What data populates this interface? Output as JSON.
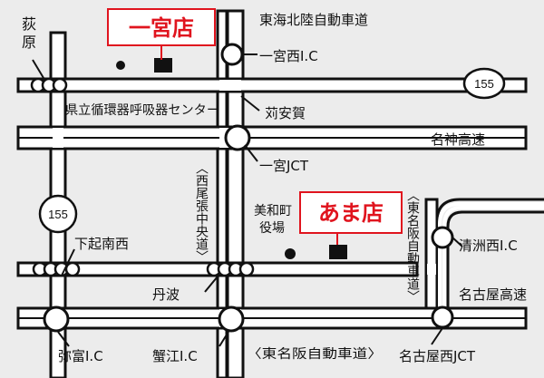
{
  "map": {
    "stores": {
      "ichinomiya": "一宮店",
      "ama": "あま店"
    },
    "labels": {
      "ogiwara": "荻原",
      "expressway_tokai_hokuriku": "東海北陸自動車道",
      "ichinomiya_nishi_ic": "一宮西I.C",
      "karuga": "苅安賀",
      "meishin_expressway": "名神高速",
      "ichinomiya_jct": "一宮JCT",
      "kenritsu_center": "県立循環器呼吸器センター",
      "nishibi_road": "〈西尾張中央道〉",
      "miwa_town_office_1": "美和町",
      "miwa_town_office_2": "役場",
      "tomei_vertical": "〈東名阪自動車道〉",
      "kiyosu_nishi_ic": "清洲西I.C",
      "shimookoshi_minami_nishi": "下起南西",
      "tanba": "丹波",
      "nagoya_expressway": "名古屋高速",
      "yatomi_ic": "弥富I.C",
      "kanie_ic": "蟹江I.C",
      "tomei_bottom": "〈東名阪自動車道〉",
      "nagoya_nishi_jct": "名古屋西JCT"
    },
    "route_shields": {
      "top": "155",
      "left": "155"
    },
    "colors": {
      "background": "#ececec",
      "highlight_red": "#e0141e",
      "road_outline": "#111111",
      "road_fill": "#ffffff"
    }
  }
}
